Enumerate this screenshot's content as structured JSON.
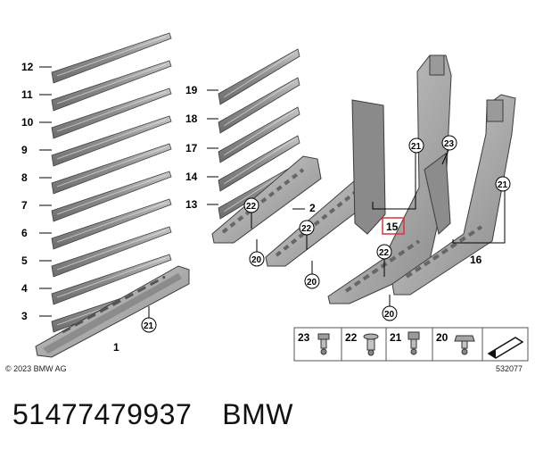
{
  "diagram": {
    "left_strip_callouts": [
      "12",
      "11",
      "10",
      "9",
      "8",
      "7",
      "6",
      "5",
      "4",
      "3"
    ],
    "left_strip_texts": [
      "",
      "",
      "",
      "",
      "",
      "",
      "",
      "",
      "",
      ""
    ],
    "middle_strip_callouts": [
      "19",
      "18",
      "17",
      "14",
      "13"
    ],
    "callout_1": "1",
    "callout_2": "2",
    "callout_15": "15",
    "callout_16": "16",
    "circle_21": "21",
    "circle_22": "22",
    "circle_20": "20",
    "circle_23": "23",
    "legend": [
      {
        "num": "23"
      },
      {
        "num": "22"
      },
      {
        "num": "21"
      },
      {
        "num": "20"
      }
    ],
    "legend_code": "532077",
    "copyright": "© 2023 BMW AG"
  },
  "footer": {
    "part_number": "51477479937",
    "brand": "BMW"
  },
  "colors": {
    "highlight": "#e0303a",
    "part_fill": "#a9a9a9",
    "part_dark": "#6e6e6e",
    "outline": "#3c3c3c"
  }
}
